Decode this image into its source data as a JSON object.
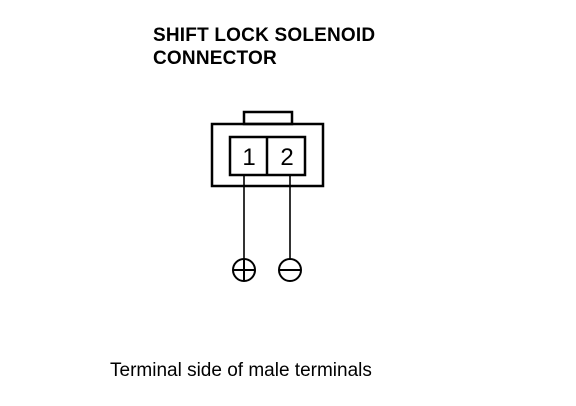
{
  "title": {
    "line1": "SHIFT LOCK SOLENOID",
    "line2": "CONNECTOR"
  },
  "connector": {
    "pins": [
      {
        "label": "1",
        "polarity": "positive",
        "symbol": "plus-in-circle-icon"
      },
      {
        "label": "2",
        "polarity": "negative",
        "symbol": "minus-in-circle-icon"
      }
    ]
  },
  "caption": "Terminal side of male terminals",
  "colors": {
    "ink": "#000000",
    "background": "#ffffff"
  }
}
